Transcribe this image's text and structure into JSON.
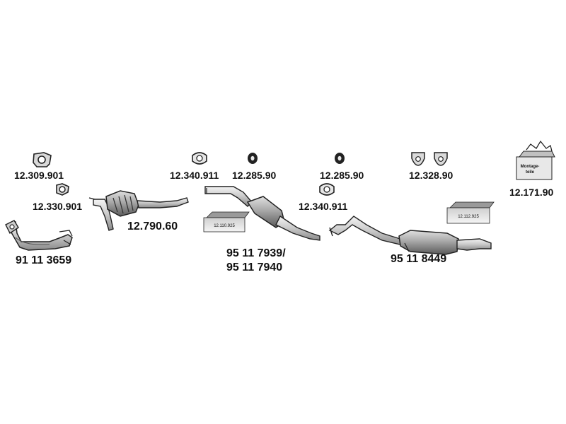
{
  "parts": {
    "flange_gasket": "12.309.901",
    "triangle_gasket": "12.330.901",
    "front_pipe": "91 11 3659",
    "catalytic_converter": "12.790.60",
    "clamp_1": "12.340.911",
    "rubber_ring_1": "12.285.90",
    "middle_silencer_a": "95 11 7939/",
    "middle_silencer_b": "95 11 7940",
    "clamp_2": "12.340.911",
    "rubber_ring_2": "12.285.90",
    "rear_silencer": "95 11 8449",
    "hanger_pair": "12.328.90",
    "mounting_kit": "12.171.90"
  },
  "boxes": {
    "middle_box": "12.110.925",
    "rear_box": "12.112.925"
  },
  "kit_text": {
    "line1": "Montage-",
    "line2": "teile"
  }
}
